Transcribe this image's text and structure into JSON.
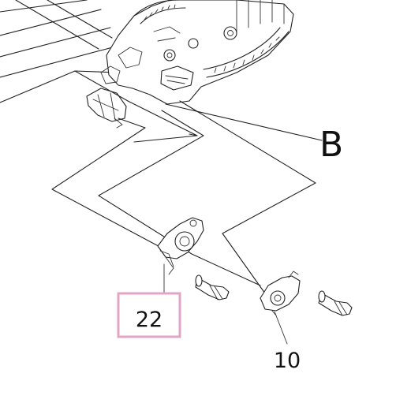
{
  "callouts": {
    "view_label": "B",
    "part_22": "22",
    "part_10": "10"
  },
  "colors": {
    "highlight": "#e2a6c4",
    "line": "#222222"
  }
}
